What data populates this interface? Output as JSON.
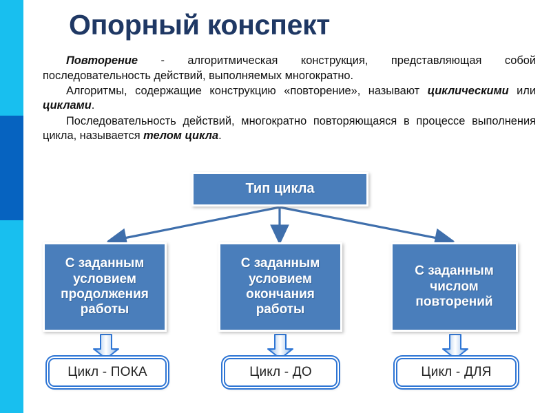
{
  "slide": {
    "title": "Опорный конспект",
    "background_color": "#ffffff",
    "title_color": "#1F3864"
  },
  "sidebar": {
    "bands": [
      {
        "name": "cyan-top",
        "color": "#18BFEF"
      },
      {
        "name": "dark-blue",
        "color": "#0663C0"
      },
      {
        "name": "cyan-bottom",
        "color": "#18BFEF"
      }
    ]
  },
  "body_text": {
    "paragraph_1": {
      "lead": "Повторение",
      "rest": " - алгоритмическая конструкция, представляющая собой последовательность действий, выполняемых многократно."
    },
    "paragraph_2": {
      "part_1": "Алгоритмы, содержащие конструкцию «повторение», называют ",
      "emph_1": "циклическими",
      "part_2": " или ",
      "emph_2": "циклами",
      "part_3": "."
    },
    "paragraph_3": {
      "part_1": "Последовательность действий, многократно повторяющаяся в процессе выполнения цикла, называется ",
      "emph_1": "телом цикла",
      "part_2": "."
    }
  },
  "diagram": {
    "root": {
      "label": "Тип цикла",
      "fill": "#4A7EBB",
      "text_color": "#FFFFFF"
    },
    "middle_nodes": [
      {
        "label": "С заданным условием продолжения работы",
        "fill": "#4A7EBB"
      },
      {
        "label": "С заданным условием окончания работы",
        "fill": "#4A7EBB"
      },
      {
        "label": "С заданным числом повторений",
        "fill": "#4A7EBB"
      }
    ],
    "leaf_nodes": [
      {
        "label": "Цикл - ПОКА",
        "fill": "#FFFFFF",
        "border": "#2E75D4"
      },
      {
        "label": "Цикл - ДО",
        "fill": "#FFFFFF",
        "border": "#2E75D4"
      },
      {
        "label": "Цикл - ДЛЯ",
        "fill": "#FFFFFF",
        "border": "#2E75D4"
      }
    ],
    "connector_color": "#3F6FAC",
    "block_arrow_outline": "#2E75D4"
  }
}
